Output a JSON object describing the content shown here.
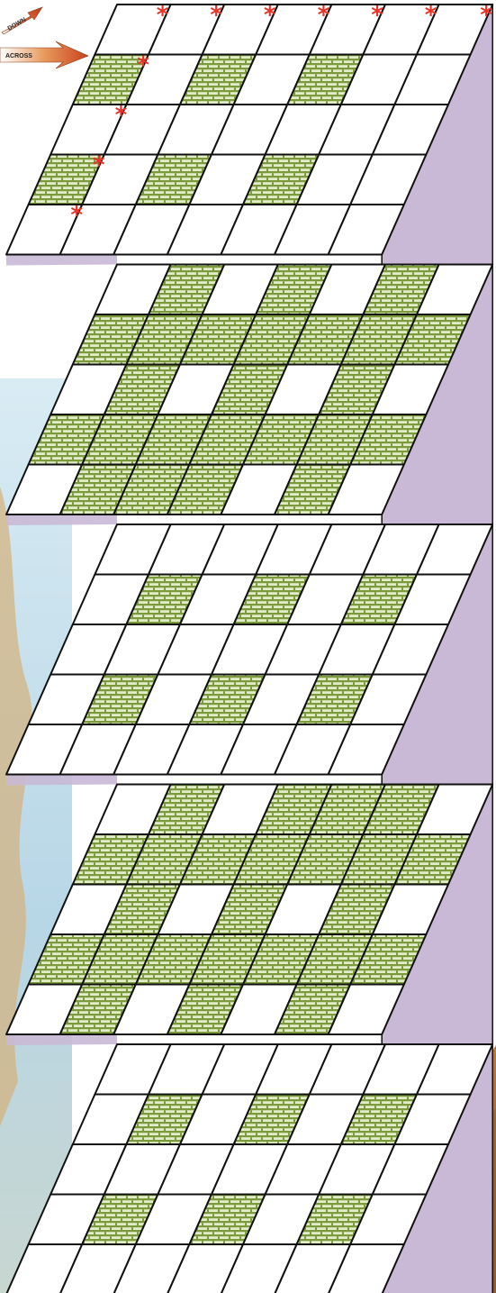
{
  "labels": {
    "across": "ACROSS",
    "down": "DOWN"
  },
  "star_glyph": "*",
  "colors": {
    "grid_line": "#111111",
    "cell_empty": "#ffffff",
    "side_face": "#c9b9d6",
    "side_face_shadow": "#a998bb",
    "filled_cell_base": "#dfe9c6",
    "filled_cell_stripe": "#7a9a3c",
    "star": "#e8332a",
    "arrow_across": "#e8733a",
    "arrow_down": "#d9542a",
    "backdrop_sky": "#b7d6e6",
    "backdrop_rock": "#c48a4c"
  },
  "puzzle": {
    "rows": 5,
    "cols": 7,
    "starred_top_columns": [
      1,
      2,
      3,
      4,
      5,
      6,
      7
    ],
    "starred_left_rows": [
      1,
      2,
      3,
      4
    ],
    "layers": [
      {
        "name": "layer-1",
        "filled": [
          [
            0,
            0,
            0,
            0,
            0,
            0,
            0
          ],
          [
            1,
            0,
            1,
            0,
            1,
            0,
            0
          ],
          [
            0,
            0,
            0,
            0,
            0,
            0,
            0
          ],
          [
            1,
            0,
            1,
            0,
            1,
            0,
            0
          ],
          [
            0,
            0,
            0,
            0,
            0,
            0,
            0
          ]
        ]
      },
      {
        "name": "layer-2",
        "filled": [
          [
            0,
            1,
            0,
            1,
            0,
            1,
            0
          ],
          [
            1,
            1,
            1,
            1,
            1,
            1,
            1
          ],
          [
            0,
            1,
            0,
            1,
            0,
            1,
            0
          ],
          [
            1,
            1,
            1,
            1,
            1,
            1,
            1
          ],
          [
            0,
            1,
            1,
            1,
            0,
            1,
            0
          ]
        ]
      },
      {
        "name": "layer-3",
        "filled": [
          [
            0,
            0,
            0,
            0,
            0,
            0,
            0
          ],
          [
            0,
            1,
            0,
            1,
            0,
            1,
            0
          ],
          [
            0,
            0,
            0,
            0,
            0,
            0,
            0
          ],
          [
            0,
            1,
            0,
            1,
            0,
            1,
            0
          ],
          [
            0,
            0,
            0,
            0,
            0,
            0,
            0
          ]
        ]
      },
      {
        "name": "layer-4",
        "filled": [
          [
            0,
            1,
            0,
            1,
            1,
            1,
            0
          ],
          [
            1,
            1,
            1,
            1,
            1,
            1,
            1
          ],
          [
            0,
            1,
            0,
            1,
            0,
            1,
            0
          ],
          [
            1,
            1,
            1,
            1,
            1,
            1,
            1
          ],
          [
            0,
            1,
            0,
            1,
            0,
            1,
            0
          ]
        ]
      },
      {
        "name": "layer-5",
        "filled": [
          [
            0,
            0,
            0,
            0,
            0,
            0,
            0
          ],
          [
            0,
            1,
            0,
            1,
            0,
            1,
            0
          ],
          [
            0,
            0,
            0,
            0,
            0,
            0,
            0
          ],
          [
            0,
            1,
            0,
            1,
            0,
            1,
            0
          ],
          [
            0,
            0,
            0,
            0,
            0,
            0,
            0
          ]
        ]
      }
    ]
  }
}
